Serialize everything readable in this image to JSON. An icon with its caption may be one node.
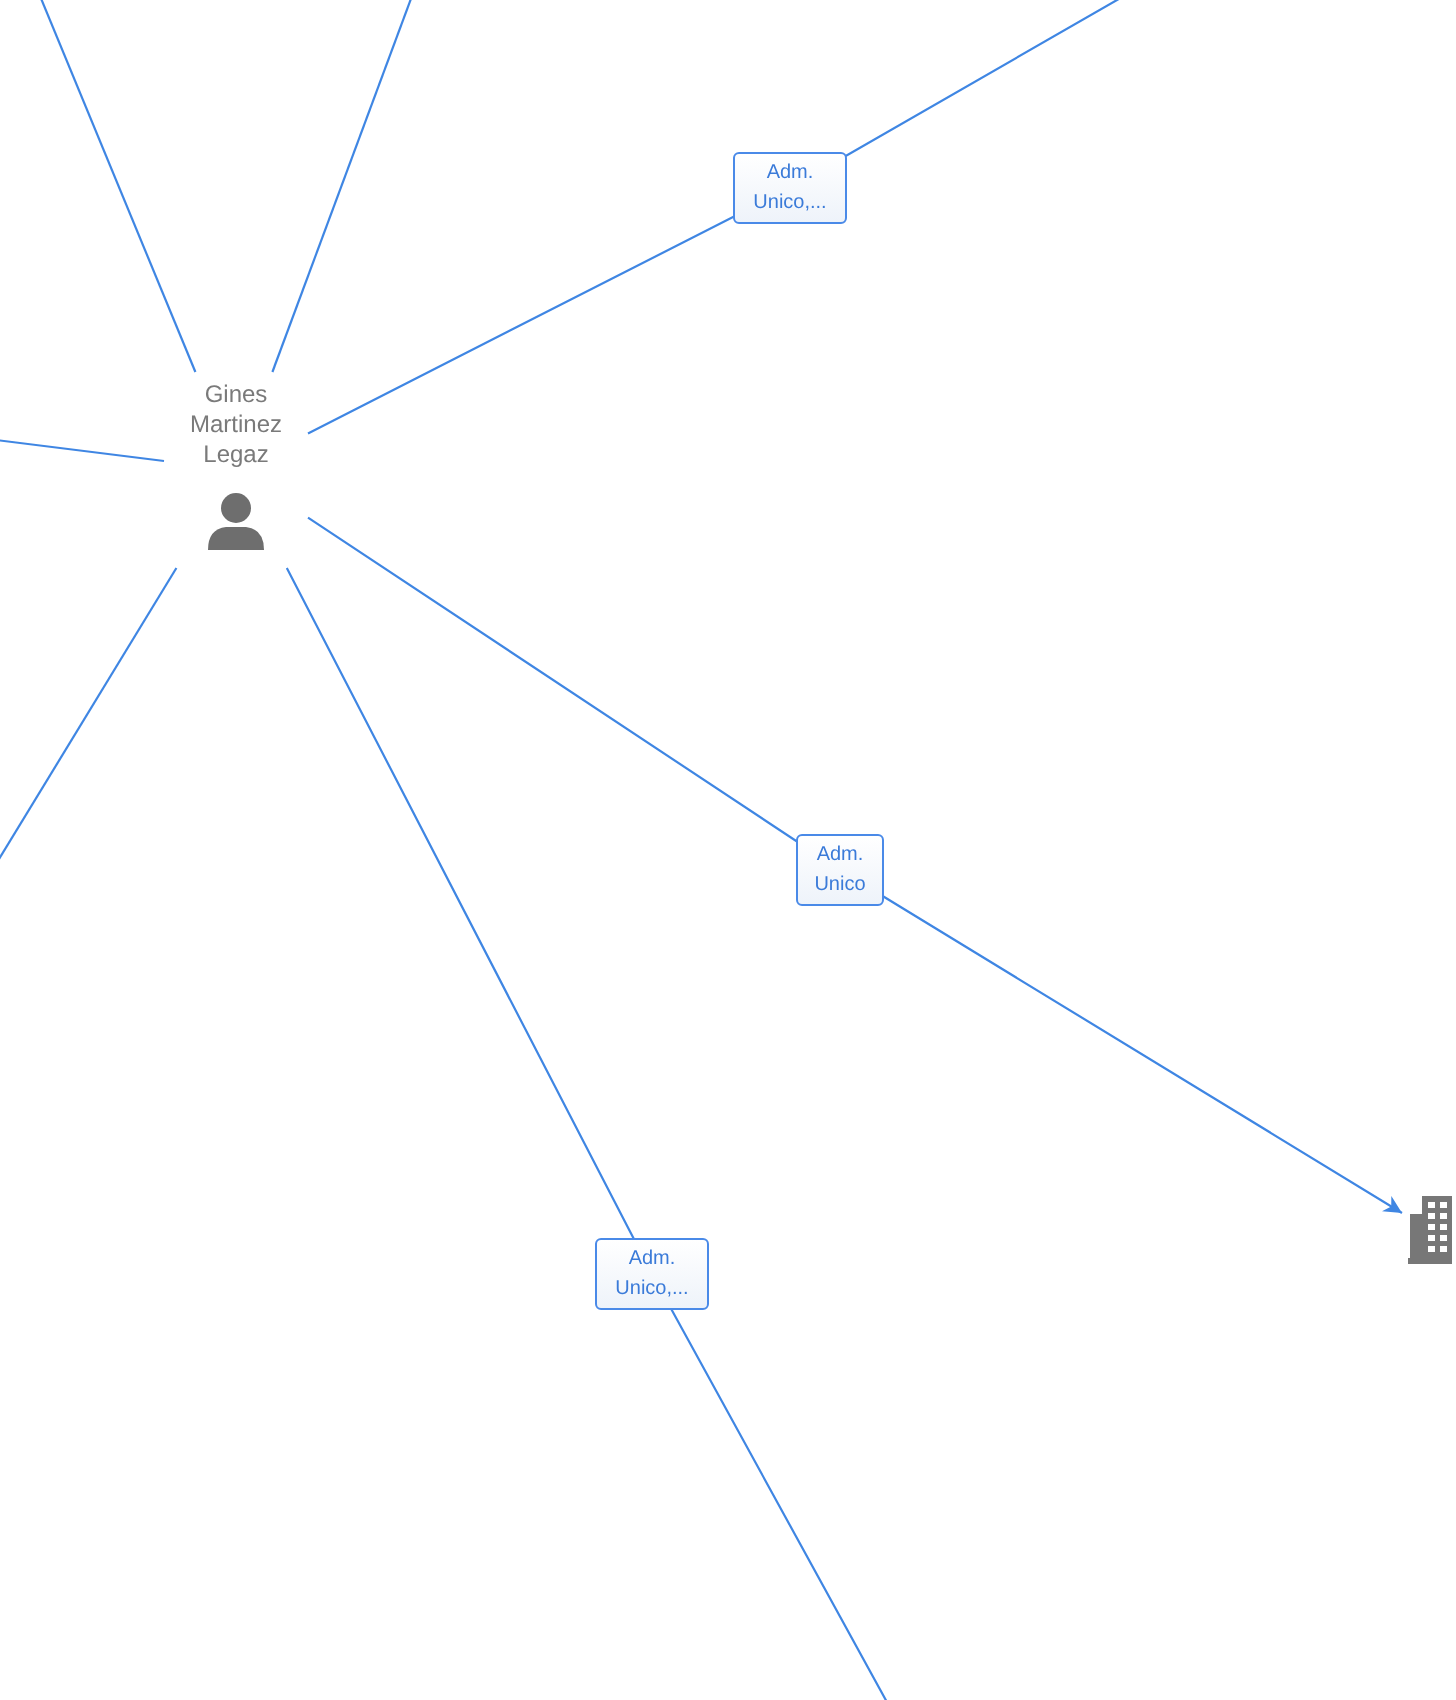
{
  "diagram": {
    "nodes": [
      {
        "text": [
          "Gines Martinez Legaz"
        ]
      },
      {
        "text": [],
        "shape": "building"
      }
    ],
    "edges": [
      {
        "from": 0,
        "to": null,
        "arrow": "none"
      },
      {
        "from": 0,
        "to": null,
        "arrow": "none"
      },
      {
        "from": 0,
        "to": null,
        "arrow": "none",
        "label": "Adm. Unico,..."
      },
      {
        "from": 0,
        "to": null,
        "arrow": "none"
      },
      {
        "from": 0,
        "to": null,
        "arrow": "none"
      },
      {
        "from": 0,
        "to": 1,
        "arrow": "to",
        "label": "Adm. Unico"
      },
      {
        "from": 0,
        "to": null,
        "arrow": "none",
        "label": "Adm. Unico,..."
      }
    ]
  }
}
